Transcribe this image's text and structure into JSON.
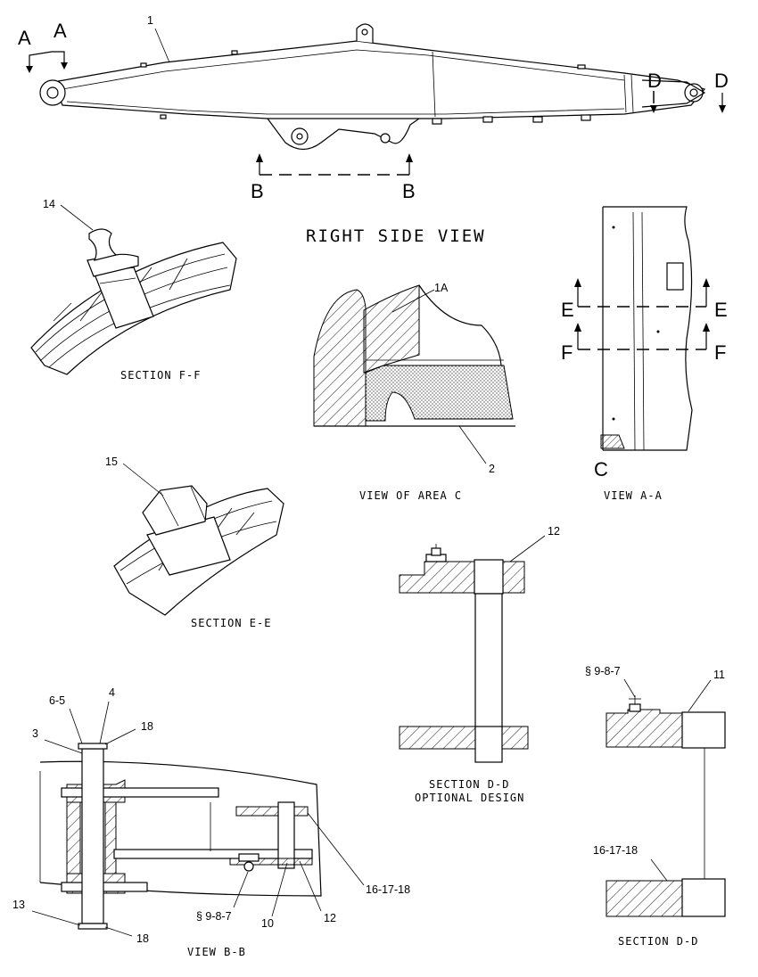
{
  "views": {
    "right_side": "RIGHT SIDE VIEW",
    "area_c": "VIEW OF AREA C",
    "a_a": "VIEW A-A",
    "f_f": "SECTION F-F",
    "e_e": "SECTION E-E",
    "d_d_optional_1": "SECTION D-D",
    "d_d_optional_2": "OPTIONAL DESIGN",
    "d_d": "SECTION D-D",
    "b_b": "VIEW B-B"
  },
  "section_letters": {
    "a": "A",
    "b": "B",
    "c": "C",
    "d": "D",
    "e": "E",
    "f": "F"
  },
  "callouts": {
    "c1": "1",
    "c1a": "1A",
    "c2": "2",
    "c3": "3",
    "c4": "4",
    "c6_5": "6-5",
    "c10": "10",
    "c11": "11",
    "c12a": "12",
    "c12b": "12",
    "c13": "13",
    "c14": "14",
    "c15": "15",
    "c16_17_18a": "16-17-18",
    "c16_17_18b": "16-17-18",
    "c18a": "18",
    "c18b": "18",
    "c9_8_7a": "§ 9-8-7",
    "c9_8_7b": "§ 9-8-7"
  }
}
